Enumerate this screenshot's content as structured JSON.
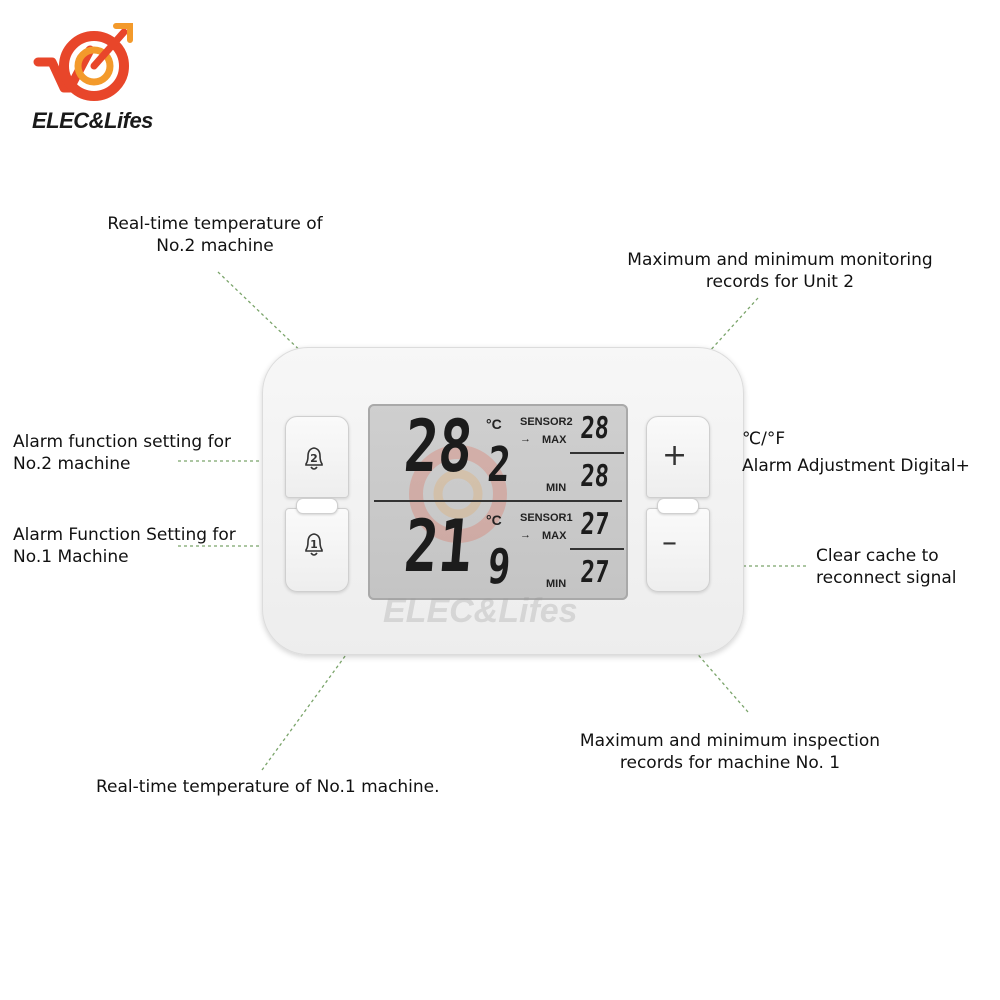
{
  "brand": {
    "name": "ELEC&Lifes",
    "watermark": "ELEC&Lifes"
  },
  "callouts": {
    "realtime_2": [
      "Real-time temperature of",
      "No.2 machine"
    ],
    "maxmin_unit2": [
      "Maximum and minimum monitoring",
      "records for Unit 2"
    ],
    "alarm_2": [
      "Alarm function setting for",
      "No.2 machine"
    ],
    "unit_toggle": "℃/°F",
    "alarm_adjust": "Alarm Adjustment Digital+",
    "alarm_1": [
      "Alarm Function Setting for",
      "No.1 Machine"
    ],
    "clear_cache": [
      "Clear cache to",
      "reconnect signal"
    ],
    "maxmin_machine1": [
      "Maximum and minimum inspection",
      "records for machine No. 1"
    ],
    "realtime_1": "Real-time temperature of No.1 machine."
  },
  "display": {
    "sensor2": {
      "label": "SENSOR2",
      "temp_int": "28",
      "temp_dec": "2",
      "unit": "°C",
      "max_label": "MAX",
      "max_value": "28",
      "min_label": "MIN",
      "min_value": "28"
    },
    "sensor1": {
      "label": "SENSOR1",
      "temp_int": "21",
      "temp_dec": "9",
      "unit": "°C",
      "max_label": "MAX",
      "max_value": "27",
      "min_label": "MIN",
      "min_value": "27"
    }
  },
  "buttons": {
    "alarm2": "2",
    "alarm1": "1",
    "plus": "+",
    "minus": "–"
  },
  "icons": [
    "brand-logo-icon",
    "bell-icon",
    "plus-icon",
    "minus-icon",
    "arrow-right-icon"
  ],
  "colors": {
    "logo_red": "#e8462a",
    "logo_orange": "#f39a2b",
    "leader_line": "#7aa46a",
    "device": "#efefef",
    "lcd": "#c8c8c8"
  }
}
